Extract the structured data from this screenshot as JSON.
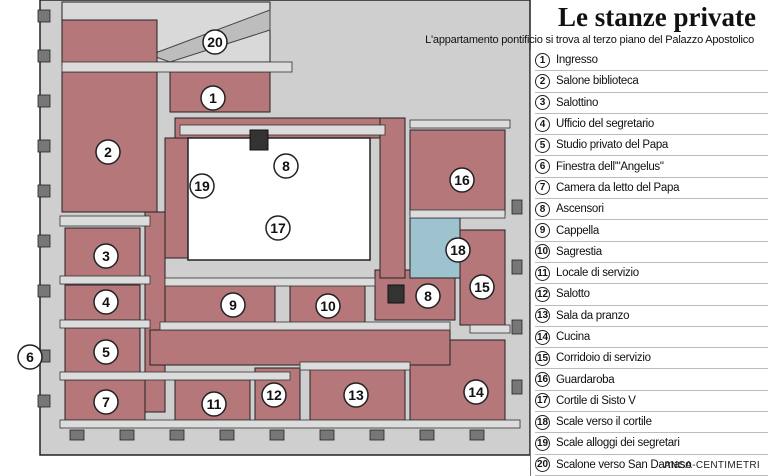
{
  "title": "Le stanze private",
  "subtitle": "L'appartamento pontificio si trova al terzo piano del Palazzo Apostolico",
  "credit": "ANSA-CENTIMETRI",
  "colors": {
    "room": "#b5777a",
    "wall_top": "#d8d8d8",
    "wall_side": "#9a9a9a",
    "outline": "#222222",
    "courtyard": "#ffffff"
  },
  "legend": [
    {
      "n": "1",
      "label": "Ingresso"
    },
    {
      "n": "2",
      "label": "Salone biblioteca"
    },
    {
      "n": "3",
      "label": "Salottino"
    },
    {
      "n": "4",
      "label": "Ufficio del segretario"
    },
    {
      "n": "5",
      "label": "Studio privato del Papa"
    },
    {
      "n": "6",
      "label": "Finestra dell'\"Angelus\""
    },
    {
      "n": "7",
      "label": "Camera da letto del Papa"
    },
    {
      "n": "8",
      "label": "Ascensori"
    },
    {
      "n": "9",
      "label": "Cappella"
    },
    {
      "n": "10",
      "label": "Sagrestia"
    },
    {
      "n": "11",
      "label": "Locale di servizio"
    },
    {
      "n": "12",
      "label": "Salotto"
    },
    {
      "n": "13",
      "label": "Sala da pranzo"
    },
    {
      "n": "14",
      "label": "Cucina"
    },
    {
      "n": "15",
      "label": "Corridoio di servizio"
    },
    {
      "n": "16",
      "label": "Guardaroba"
    },
    {
      "n": "17",
      "label": "Cortile di Sisto V"
    },
    {
      "n": "18",
      "label": "Scale verso il cortile"
    },
    {
      "n": "19",
      "label": "Scale alloggi dei segretari"
    },
    {
      "n": "20",
      "label": "Scalone verso San Damaso"
    }
  ],
  "markers": [
    "1",
    "2",
    "3",
    "4",
    "5",
    "6",
    "7",
    "8",
    "8",
    "9",
    "10",
    "11",
    "12",
    "13",
    "14",
    "15",
    "16",
    "17",
    "18",
    "19",
    "20"
  ]
}
